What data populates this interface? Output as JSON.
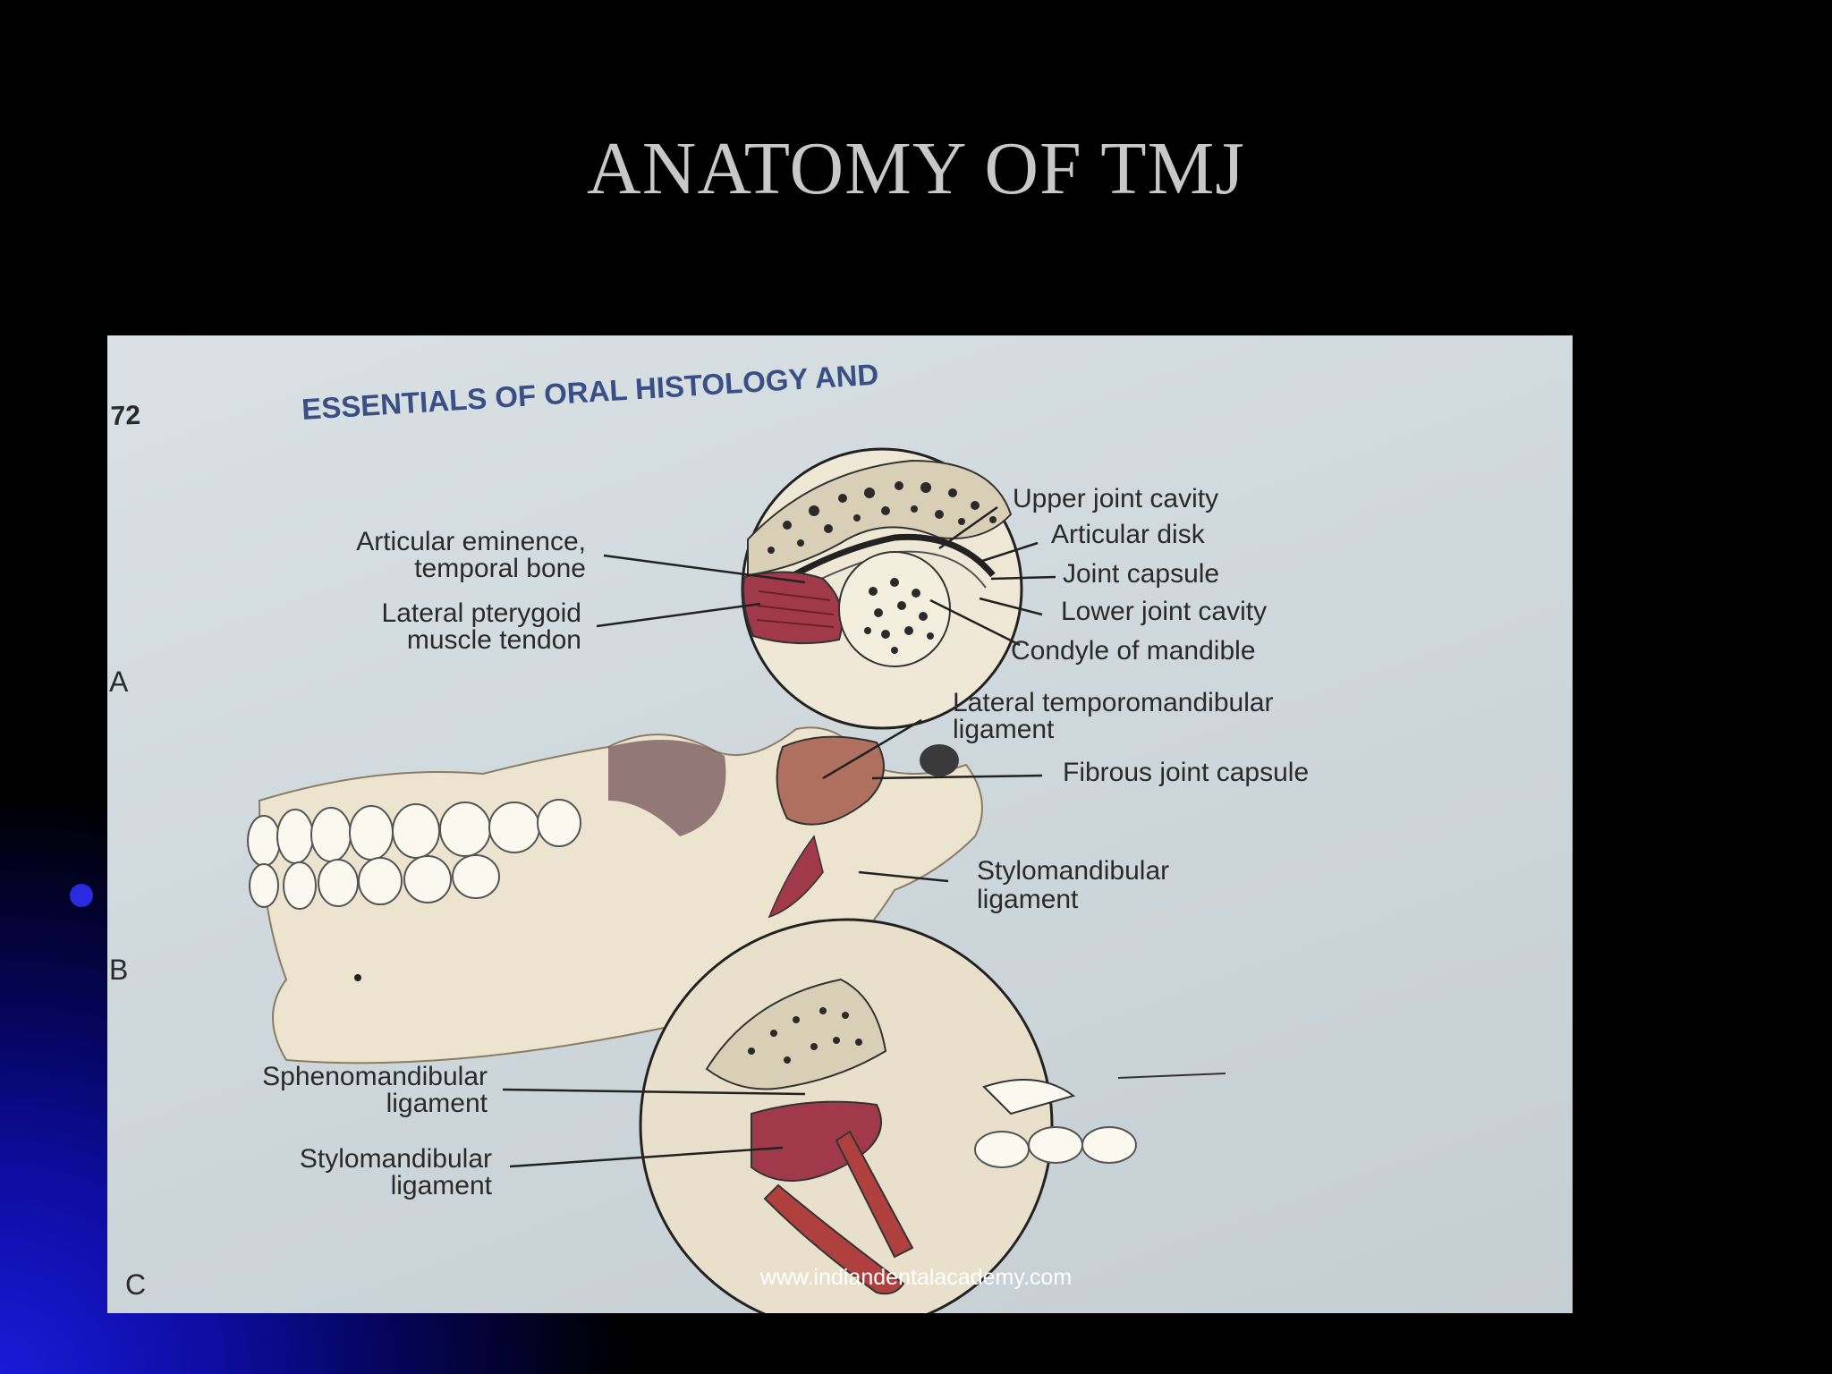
{
  "slide": {
    "title": "ANATOMY OF TMJ",
    "watermark": "www.indiandentalacademy.com"
  },
  "photo": {
    "page_number": "72",
    "running_header": "ESSENTIALS OF ORAL HISTOLOGY AND",
    "panel_letters": [
      "A",
      "B",
      "C"
    ],
    "panel_a_labels_left": [
      [
        "Articular eminence,",
        "temporal bone"
      ],
      [
        "Lateral pterygoid",
        "muscle tendon"
      ]
    ],
    "panel_a_labels_right": [
      "Upper joint cavity",
      "Articular disk",
      "Joint capsule",
      "Lower joint cavity",
      "Condyle of mandible"
    ],
    "panel_b_labels": [
      [
        "Lateral temporomandibular",
        "ligament"
      ],
      [
        "Fibrous joint capsule"
      ],
      [
        "Stylomandibular",
        "ligament"
      ]
    ],
    "panel_c_labels": [
      [
        "Sphenomandibular",
        "ligament"
      ],
      [
        "Stylomandibular",
        "ligament"
      ]
    ]
  },
  "colors": {
    "background": "#000000",
    "title": "#c8c8c8",
    "page": "#d3dbde",
    "header_text": "#3a4f86",
    "muscle": "#a03a4a",
    "bone": "#ece4cf"
  }
}
